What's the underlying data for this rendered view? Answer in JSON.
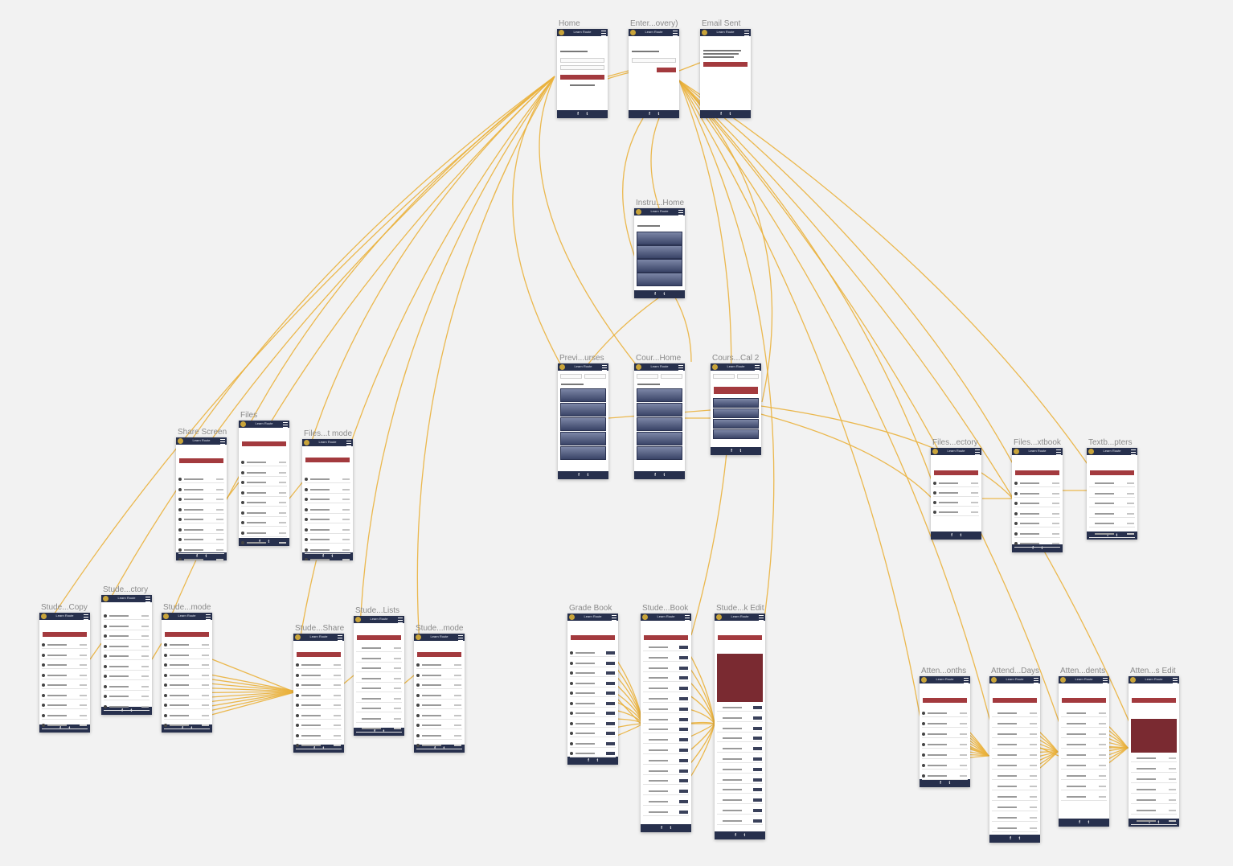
{
  "app": {
    "brand": "Learn Route",
    "footer_icons": [
      "facebook-icon",
      "twitter-icon"
    ]
  },
  "colors": {
    "header": "#27304d",
    "accent_red": "#a33a3e",
    "link": "#eab13c",
    "canvas": "#f2f2f2"
  },
  "screens": [
    {
      "id": "home",
      "title": "Home",
      "kind": "login"
    },
    {
      "id": "enter-recovery",
      "title": "Enter...overy)",
      "kind": "form"
    },
    {
      "id": "email-sent",
      "title": "Email Sent",
      "kind": "message"
    },
    {
      "id": "instructor-home",
      "title": "Instru...Home",
      "kind": "menu"
    },
    {
      "id": "previous-courses",
      "title": "Previ...urses",
      "kind": "courses"
    },
    {
      "id": "course-home",
      "title": "Cour...Home",
      "kind": "courses"
    },
    {
      "id": "course-cal-2",
      "title": "Cours...Cal 2",
      "kind": "coursemenu"
    },
    {
      "id": "share-screen",
      "title": "Share Screen",
      "kind": "list"
    },
    {
      "id": "files",
      "title": "Files",
      "kind": "list"
    },
    {
      "id": "files-edit-mode",
      "title": "Files...t mode",
      "kind": "list"
    },
    {
      "id": "files-directory",
      "title": "Files...ectory",
      "kind": "short"
    },
    {
      "id": "files-textbook",
      "title": "Files...xtbook",
      "kind": "short"
    },
    {
      "id": "textbook-chapters",
      "title": "Textb...pters",
      "kind": "short"
    },
    {
      "id": "student-copy",
      "title": "Stude...Copy",
      "kind": "list"
    },
    {
      "id": "student-directory",
      "title": "Stude...ctory",
      "kind": "list"
    },
    {
      "id": "student-mode",
      "title": "Stude...mode",
      "kind": "list"
    },
    {
      "id": "student-share",
      "title": "Stude...Share",
      "kind": "list"
    },
    {
      "id": "student-lists",
      "title": "Stude...Lists",
      "kind": "list"
    },
    {
      "id": "student-mode-2",
      "title": "Stude...mode",
      "kind": "list"
    },
    {
      "id": "grade-book",
      "title": "Grade Book",
      "kind": "grades"
    },
    {
      "id": "student-book",
      "title": "Stude...Book",
      "kind": "grades"
    },
    {
      "id": "student-book-edit",
      "title": "Stude...k Edit",
      "kind": "gradesedit"
    },
    {
      "id": "attendance-months",
      "title": "Atten...onths",
      "kind": "attend"
    },
    {
      "id": "attendance-days",
      "title": "Attend...Days",
      "kind": "attend"
    },
    {
      "id": "attendance-students",
      "title": "Atten...dents",
      "kind": "attendlist"
    },
    {
      "id": "attendance-edit",
      "title": "Atten...s Edit",
      "kind": "attendedit"
    }
  ]
}
